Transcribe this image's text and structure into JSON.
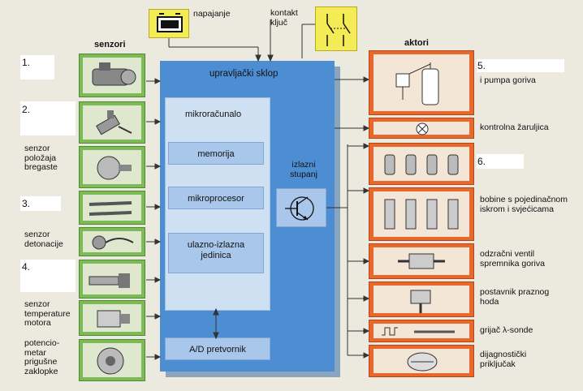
{
  "headers": {
    "sensors": "senzori",
    "actuators": "aktori"
  },
  "supply": {
    "power": "napajanje",
    "ignition": "kontakt ključ"
  },
  "control_unit": {
    "title": "upravljački sklop",
    "microcomputer": "mikroračunalo",
    "memory": "memorija",
    "microprocessor": "mikroprocesor",
    "io_unit": "ulazno-izlazna jedinica",
    "output_stage": "izlazni stupanj",
    "ad_converter": "A/D pretvornik"
  },
  "sensors": [
    {
      "number": "1.",
      "label": ""
    },
    {
      "number": "2.",
      "label": ""
    },
    {
      "number": "",
      "label": "senzor položaja bregaste"
    },
    {
      "number": "3.",
      "label": ""
    },
    {
      "number": "",
      "label": "senzor detonacije"
    },
    {
      "number": "4.",
      "label": ""
    },
    {
      "number": "",
      "label": "senzor temperature motora"
    },
    {
      "number": "",
      "label": "potencio-metar prigušne zaklopke"
    }
  ],
  "actuators": [
    {
      "number": "5.",
      "label": "i pumpa goriva"
    },
    {
      "number": "",
      "label": "kontrolna žaruljica"
    },
    {
      "number": "6.",
      "label": ""
    },
    {
      "number": "",
      "label": "bobine s pojedinačnom iskrom i svjećicama"
    },
    {
      "number": "",
      "label": "odzračni ventil spremnika goriva"
    },
    {
      "number": "",
      "label": "postavnik praznog hoda"
    },
    {
      "number": "",
      "label": "grijač λ-sonde"
    },
    {
      "number": "",
      "label": "dijagnostički priključak"
    }
  ],
  "icons": {
    "sensors": [
      "air-mass-meter-icon",
      "intake-temp-sensor-icon",
      "camshaft-sensor-icon",
      "lambda-probe-icon",
      "knock-sensor-icon",
      "crankshaft-sensor-icon",
      "temperature-sensor-icon",
      "throttle-potentiometer-icon"
    ],
    "actuators": [
      "fuel-pump-relay-icon",
      "warning-lamp-icon",
      "injectors-icon",
      "ignition-coils-icon",
      "tank-vent-valve-icon",
      "idle-actuator-icon",
      "lambda-heater-icon",
      "diagnostic-connector-icon"
    ]
  },
  "colors": {
    "sensor_green": "#7cbb55",
    "actuator_orange": "#e9692d",
    "control_blue": "#4d8ed3",
    "supply_yellow": "#f4ec57"
  }
}
